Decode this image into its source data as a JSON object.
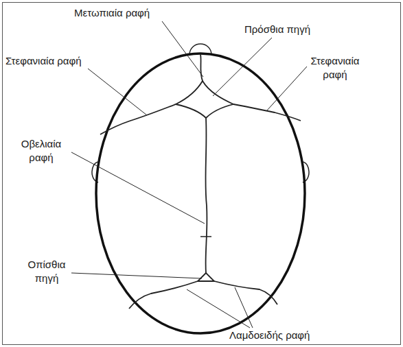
{
  "diagram": {
    "labels": [
      "Μετωπιαία ραφή",
      "Πρόσθια πηγή",
      "Στεφανιαία ραφή",
      "Στεφανιαία ραφή",
      "Οβελιαία ραφή",
      "Οπίσθια πηγή",
      "Λαμδοειδής ραφή"
    ]
  }
}
